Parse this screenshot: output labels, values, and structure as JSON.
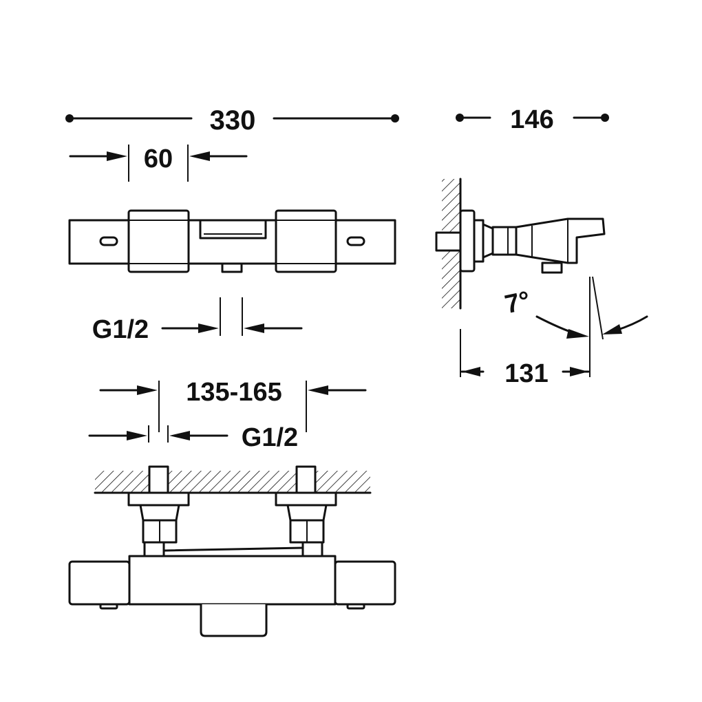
{
  "dimensions": {
    "overall_width": "330",
    "body_depth": "146",
    "handle_width": "60",
    "inlet_thread_top": "G1/2",
    "wall_offset": "131",
    "tilt_angle": "7°",
    "center_distance": "135-165",
    "inlet_thread_bottom": "G1/2"
  },
  "colors": {
    "ink": "#111111",
    "paper": "#ffffff"
  }
}
